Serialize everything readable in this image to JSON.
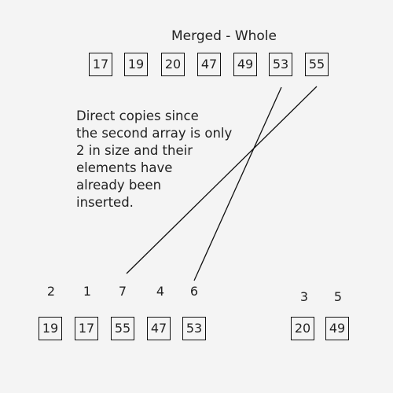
{
  "title": "Merged - Whole",
  "merged": [
    "17",
    "19",
    "20",
    "47",
    "49",
    "53",
    "55"
  ],
  "note": [
    "Direct copies since",
    "the second array is only",
    "2 in size and their",
    "elements have",
    "already been",
    "inserted."
  ],
  "left_array": {
    "labels": [
      "2",
      "1",
      "7",
      "4",
      "6"
    ],
    "values": [
      "19",
      "17",
      "55",
      "47",
      "53"
    ]
  },
  "right_array": {
    "labels": [
      "3",
      "5"
    ],
    "values": [
      "20",
      "49"
    ]
  },
  "colors": {
    "background": "#f4f4f4",
    "stroke": "#111111",
    "text": "#222222"
  }
}
